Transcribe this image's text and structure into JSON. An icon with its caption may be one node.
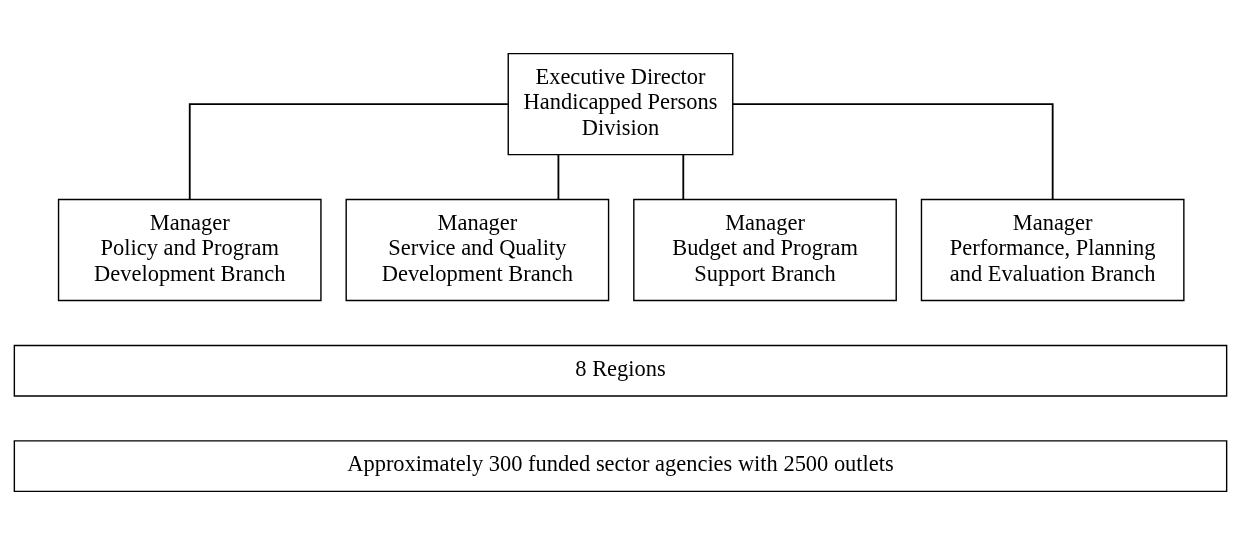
{
  "diagram": {
    "nodes": [
      {
        "text": [
          "Executive Director Handicapped Persons Division"
        ]
      },
      {
        "text": [
          "Manager",
          "Policy and Program Development Branch"
        ]
      },
      {
        "text": [
          "Manager",
          "Service and Quality Development Branch"
        ]
      },
      {
        "text": [
          "Manager",
          "Budget and Program Support Branch"
        ]
      },
      {
        "text": [
          "Manager",
          "Performance, Planning and Evaluation Branch"
        ]
      },
      {
        "text": [
          "8 Regions"
        ]
      },
      {
        "text": [
          "Approximately 300 funded sector agencies with 2500 outlets"
        ]
      }
    ],
    "edges": [
      {
        "from": 0,
        "to": 1,
        "arrow": "none"
      },
      {
        "from": 0,
        "to": 2,
        "arrow": "none"
      },
      {
        "from": 0,
        "to": 3,
        "arrow": "none"
      },
      {
        "from": 0,
        "to": 4,
        "arrow": "none"
      }
    ]
  }
}
